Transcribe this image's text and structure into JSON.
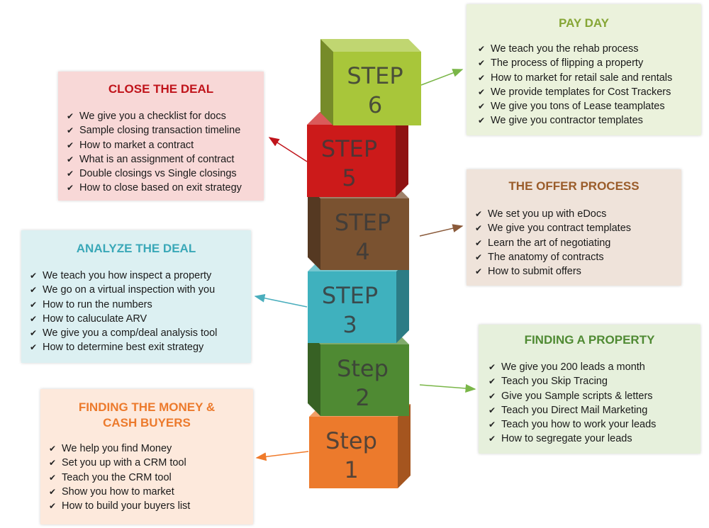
{
  "colors": {
    "step6": "#a8c63a",
    "step5": "#cc1a1a",
    "step4": "#7a5230",
    "step3": "#3fb1be",
    "step2": "#4f8a33",
    "step1": "#ec7a2c",
    "arrow_green": "#7ab648",
    "arrow_red": "#c0141b",
    "arrow_brown": "#8a5a3a",
    "arrow_teal": "#4aaebd",
    "arrow_orange": "#f07a2a"
  },
  "icons": {
    "bullet": "check-icon"
  },
  "steps": [
    {
      "line1": "Step",
      "line2": "1"
    },
    {
      "line1": "Step",
      "line2": "2"
    },
    {
      "line1": "STEP",
      "line2": "3"
    },
    {
      "line1": "STEP",
      "line2": "4"
    },
    {
      "line1": "STEP",
      "line2": "5"
    },
    {
      "line1": "STEP",
      "line2": "6"
    }
  ],
  "boxes": {
    "pay_day": {
      "title": "PAY DAY",
      "items": [
        "We teach you the rehab process",
        "The process of flipping a property",
        "How to market for retail sale and rentals",
        "We provide templates for Cost Trackers",
        "We give you tons of Lease teamplates",
        "We give you contractor templates"
      ]
    },
    "close_deal": {
      "title": "CLOSE THE DEAL",
      "items": [
        "We give you a checklist for docs",
        "Sample closing transaction timeline",
        "How to market a contract",
        "What is an assignment of contract",
        "Double closings vs Single closings",
        "How to close based on exit strategy"
      ]
    },
    "offer_process": {
      "title": "THE OFFER PROCESS",
      "items": [
        "We set you up with eDocs",
        "We give you contract templates",
        "Learn the art of negotiating",
        "The anatomy of contracts",
        "How to submit offers"
      ]
    },
    "analyze_deal": {
      "title": "ANALYZE THE DEAL",
      "items": [
        "We teach you how inspect a property",
        "We go on a virtual inspection with you",
        "How to run the numbers",
        "How to caluculate ARV",
        "We give you a comp/deal analysis tool",
        "How to determine best exit strategy"
      ]
    },
    "finding_property": {
      "title": "FINDING A PROPERTY",
      "items": [
        "We give you 200 leads a month",
        "Teach you Skip Tracing",
        "Give you Sample scripts & letters",
        "Teach you Direct Mail Marketing",
        "Teach you how to work your leads",
        "How to segregate your leads"
      ]
    },
    "finding_money": {
      "title_line1": "FINDING THE MONEY &",
      "title_line2": "CASH BUYERS",
      "items": [
        "We help you find Money",
        "Set you up with a CRM tool",
        "Teach you the CRM tool",
        "Show you how to market",
        "How to build your buyers list"
      ]
    }
  }
}
